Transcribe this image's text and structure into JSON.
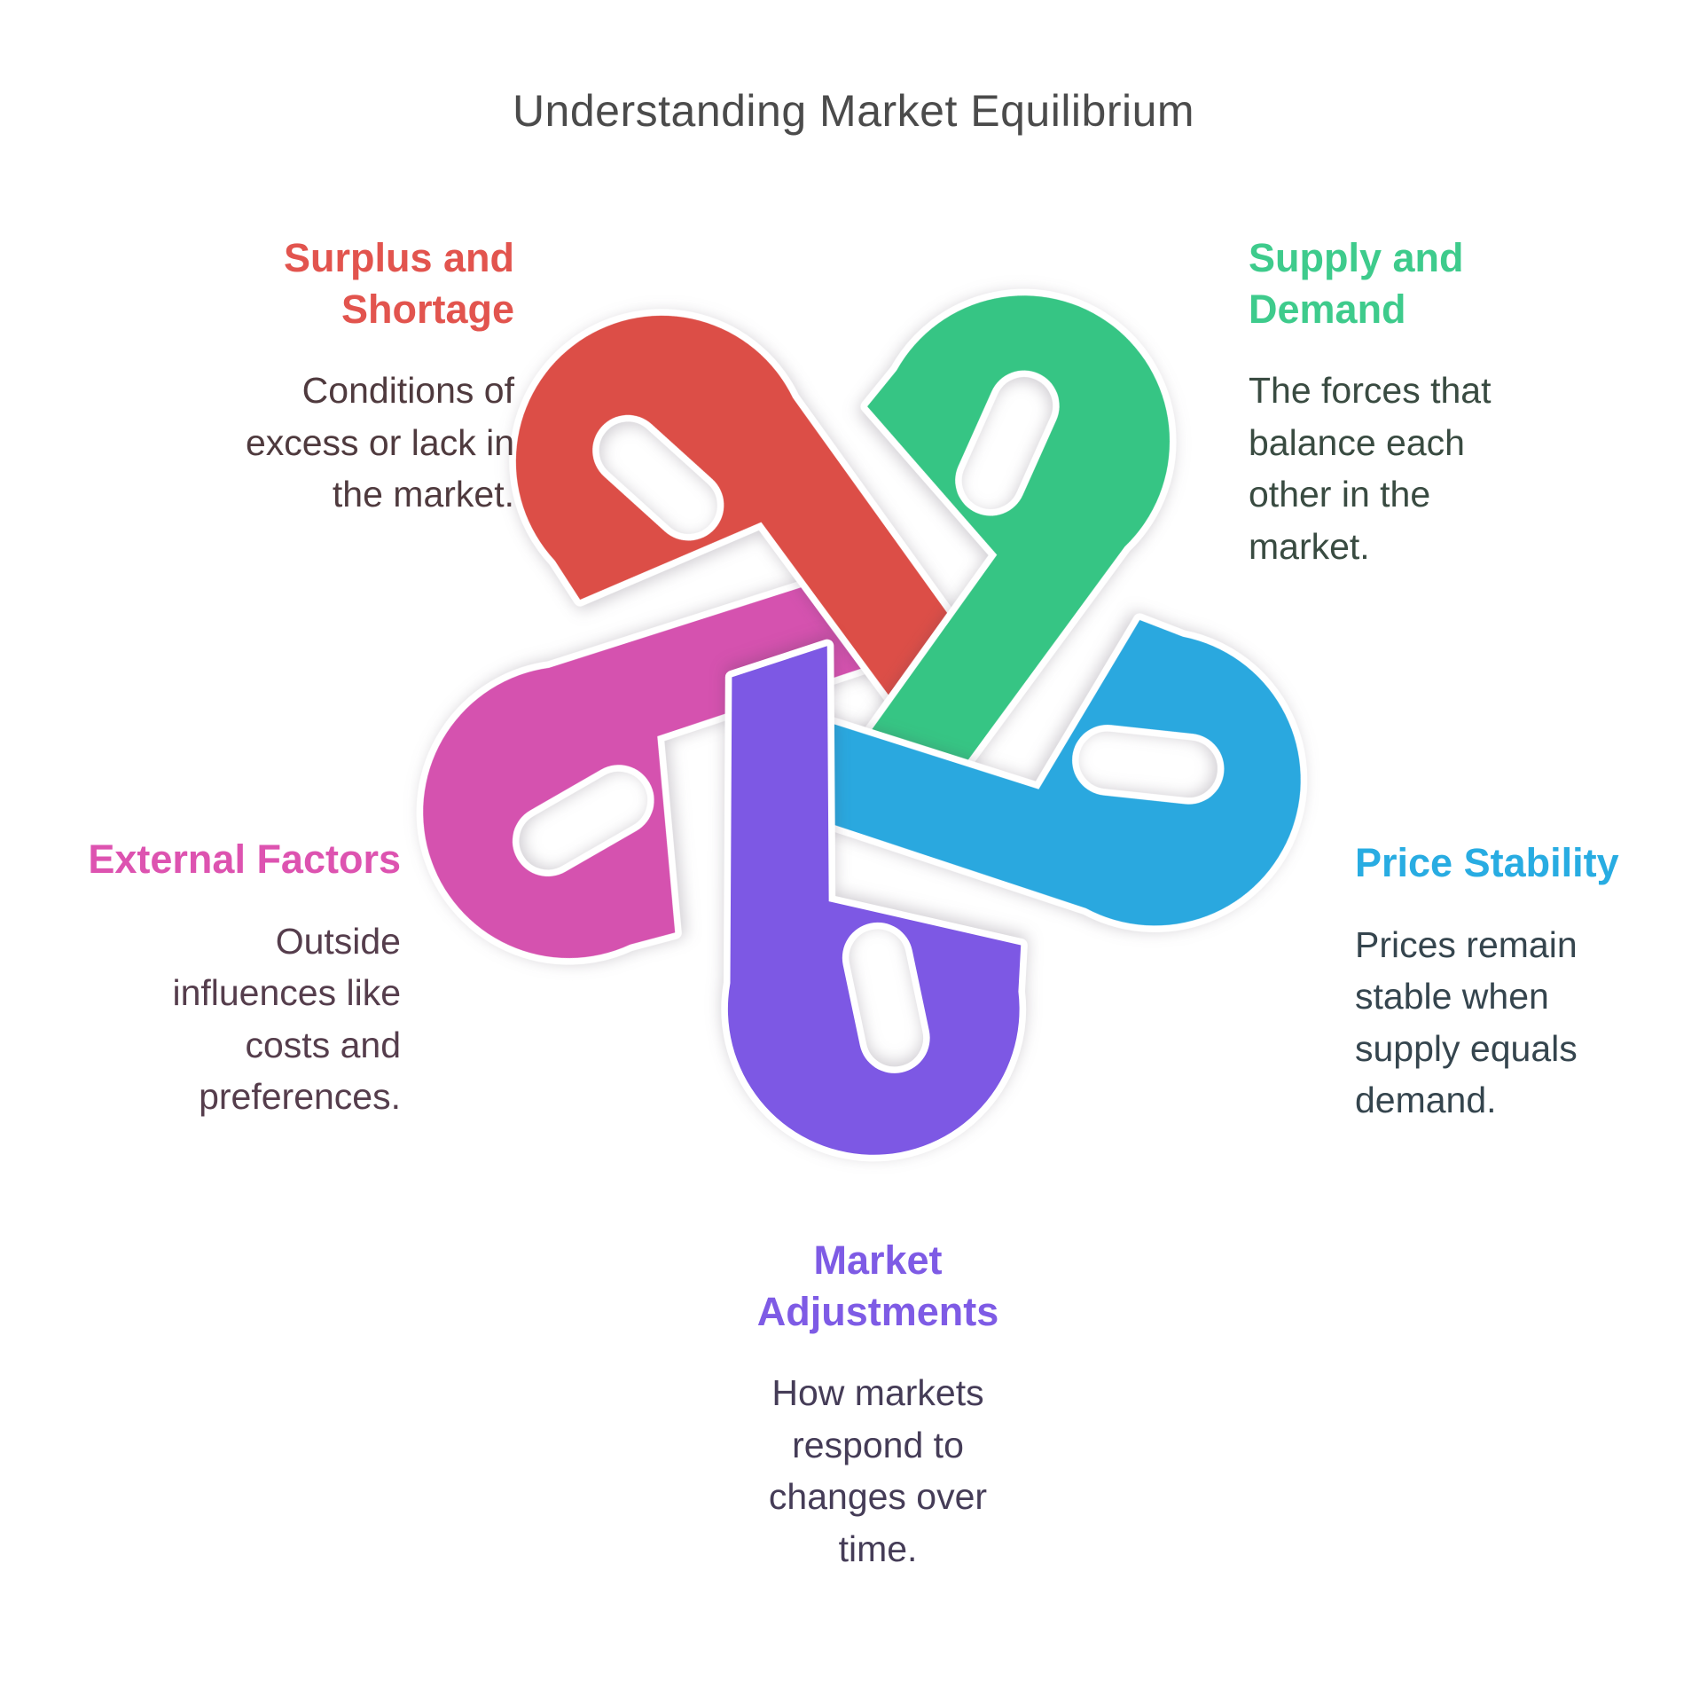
{
  "title": {
    "text": "Understanding Market Equilibrium",
    "color": "#4b4b4b"
  },
  "knot": {
    "colors": {
      "red": "#DC4E47",
      "green": "#36C584",
      "blue": "#2AA8DF",
      "purple": "#7D58E4",
      "pink": "#D552AF"
    }
  },
  "nodes": {
    "surplus_shortage": {
      "heading": "Surplus and\nShortage",
      "body": "Conditions of\nexcess or lack in\nthe market.",
      "heading_color": "#E2544E",
      "body_color": "#4F3A3E"
    },
    "supply_demand": {
      "heading": "Supply and\nDemand",
      "body": "The forces that\nbalance each\nother in the\nmarket.",
      "heading_color": "#3ECB8C",
      "body_color": "#394B41"
    },
    "price_stability": {
      "heading": "Price Stability",
      "body": "Prices remain\nstable when\nsupply equals\ndemand.",
      "heading_color": "#28ACE2",
      "body_color": "#35454E"
    },
    "market_adjustments": {
      "heading": "Market\nAdjustments",
      "body": "How markets\nrespond to\nchanges over\ntime.",
      "heading_color": "#7E5BE5",
      "body_color": "#453C57"
    },
    "external_factors": {
      "heading": "External Factors",
      "body": "Outside\ninfluences like\ncosts and\npreferences.",
      "heading_color": "#DD53B0",
      "body_color": "#553D4C"
    }
  }
}
